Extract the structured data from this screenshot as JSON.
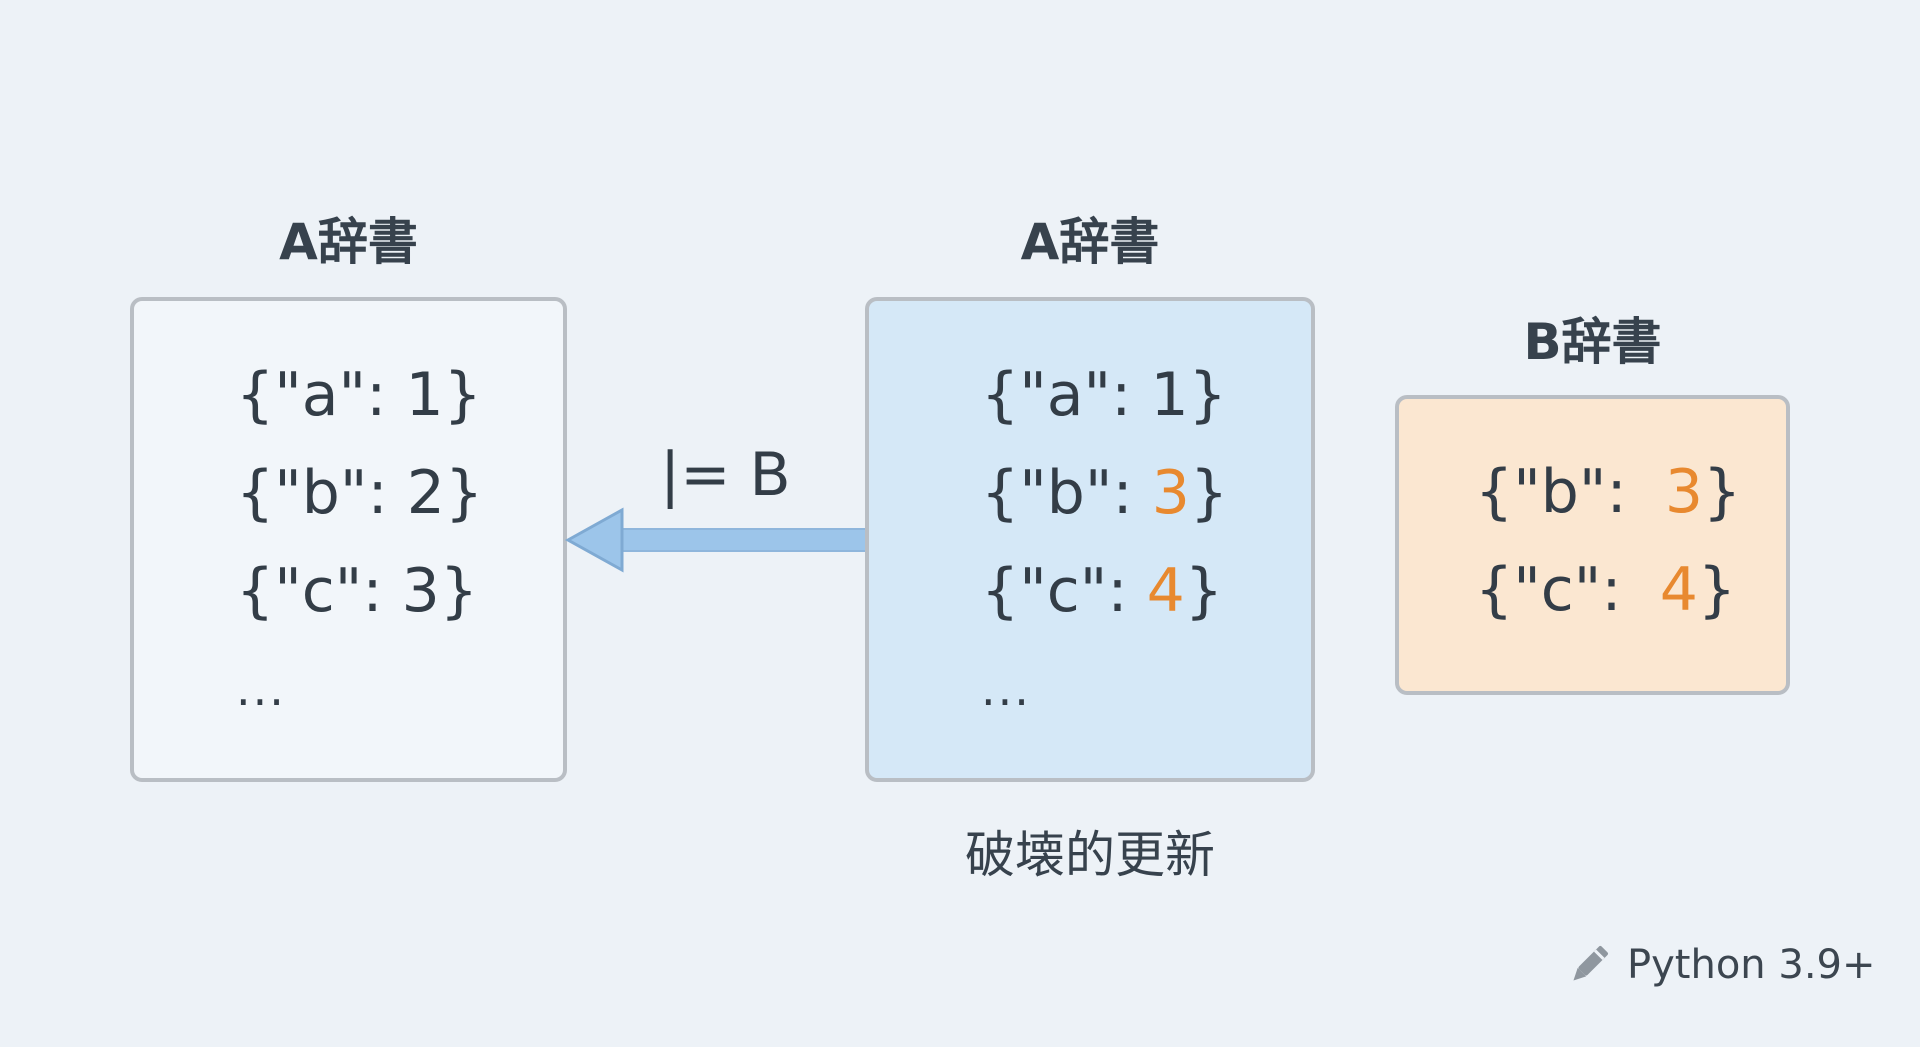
{
  "left_box": {
    "title": "A辞書",
    "lines": [
      {
        "key": "\"a\"",
        "value": "1"
      },
      {
        "key": "\"b\"",
        "value": "2"
      },
      {
        "key": "\"c\"",
        "value": "3"
      }
    ],
    "ellipsis": "..."
  },
  "middle_box": {
    "title": "A辞書",
    "lines": [
      {
        "key": "\"a\"",
        "value": "1"
      },
      {
        "key": "\"b\"",
        "value": "3"
      },
      {
        "key": "\"c\"",
        "value": "4"
      }
    ],
    "ellipsis": "...",
    "caption": "破壊的更新"
  },
  "right_box": {
    "title": "B辞書",
    "lines": [
      {
        "key": "\"b\"",
        "value": "3"
      },
      {
        "key": "\"c\"",
        "value": "4"
      }
    ]
  },
  "operator": {
    "label": "|= B"
  },
  "badge": {
    "icon": "pencil-icon",
    "text": "Python 3.9+"
  },
  "colors": {
    "background": "#edf2f7",
    "left_fill": "#f2f6fa",
    "middle_fill": "#d5e8f7",
    "right_fill": "#fbe7d1",
    "border": "#b9bec4",
    "highlight": "#e8892f",
    "arrow": "#9cc5ea"
  }
}
